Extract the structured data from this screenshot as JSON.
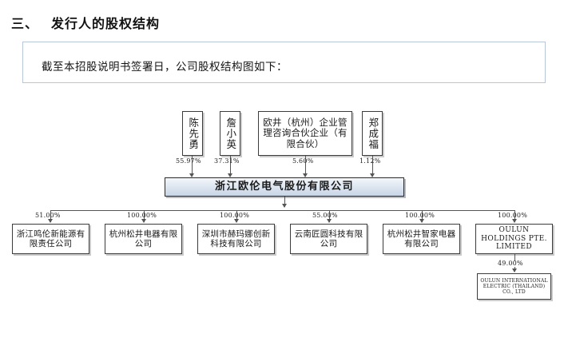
{
  "heading": {
    "number": "三、",
    "title": "发行人的股权结构"
  },
  "intro": {
    "text": "截至本招股说明书签署日，公司股权结构图如下："
  },
  "chart_data": {
    "type": "diagram",
    "title": "发行人的股权结构",
    "issuer": {
      "name": "浙江欧伦电气股份有限公司"
    },
    "shareholders": [
      {
        "name": "陈先勇",
        "percent": "55.97%",
        "orientation": "vertical"
      },
      {
        "name": "詹小英",
        "percent": "37.31%",
        "orientation": "vertical"
      },
      {
        "name": "欧井（杭州）企业管理咨询合伙企业（有限合伙）",
        "percent": "5.60%",
        "orientation": "horizontal"
      },
      {
        "name": "郑成福",
        "percent": "1.12%",
        "orientation": "vertical"
      }
    ],
    "subsidiaries": [
      {
        "name": "浙江鸣伦新能源有限责任公司",
        "percent": "51.00%"
      },
      {
        "name": "杭州松井电器有限公司",
        "percent": "100.00%"
      },
      {
        "name": "深圳市赫玛娜创新科技有限公司",
        "percent": "100.00%"
      },
      {
        "name": "云南匠圆科技有限公司",
        "percent": "55.00%"
      },
      {
        "name": "杭州松井智家电器有限公司",
        "percent": "100.00%"
      },
      {
        "name": "OULUN HOLDINGS PTE. LIMITED",
        "percent": "100.00%"
      }
    ],
    "sub_subsidiary": {
      "name": "OULUN INTERNATIONAL ELECTRIC (THAILAND) CO., LTD",
      "percent": "49.00%",
      "parent": "OULUN HOLDINGS PTE. LIMITED"
    }
  },
  "colors": {
    "issuer_fill": "#dfe7f1",
    "node_border": "#3c3c3c",
    "intro_border": "#b7c7d8",
    "connector": "#555555"
  }
}
